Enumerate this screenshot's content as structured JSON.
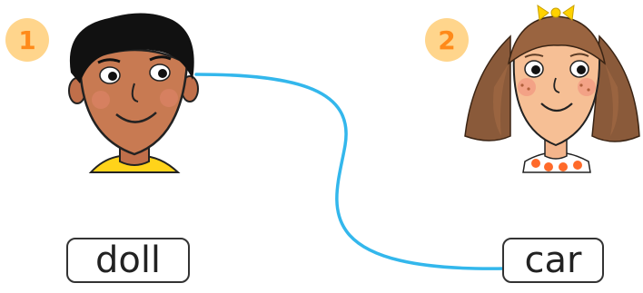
{
  "exercise": {
    "items": [
      {
        "number": "1",
        "character": "boy"
      },
      {
        "number": "2",
        "character": "girl"
      }
    ],
    "words": [
      {
        "label": "doll"
      },
      {
        "label": "car"
      }
    ],
    "match_line": {
      "from_item": "1",
      "to_word": "car",
      "color": "#33b7ec"
    }
  },
  "colors": {
    "badge_bg": "#ffd58c",
    "badge_text": "#ff8a1a",
    "line": "#33b7ec",
    "card_border": "#333333"
  }
}
